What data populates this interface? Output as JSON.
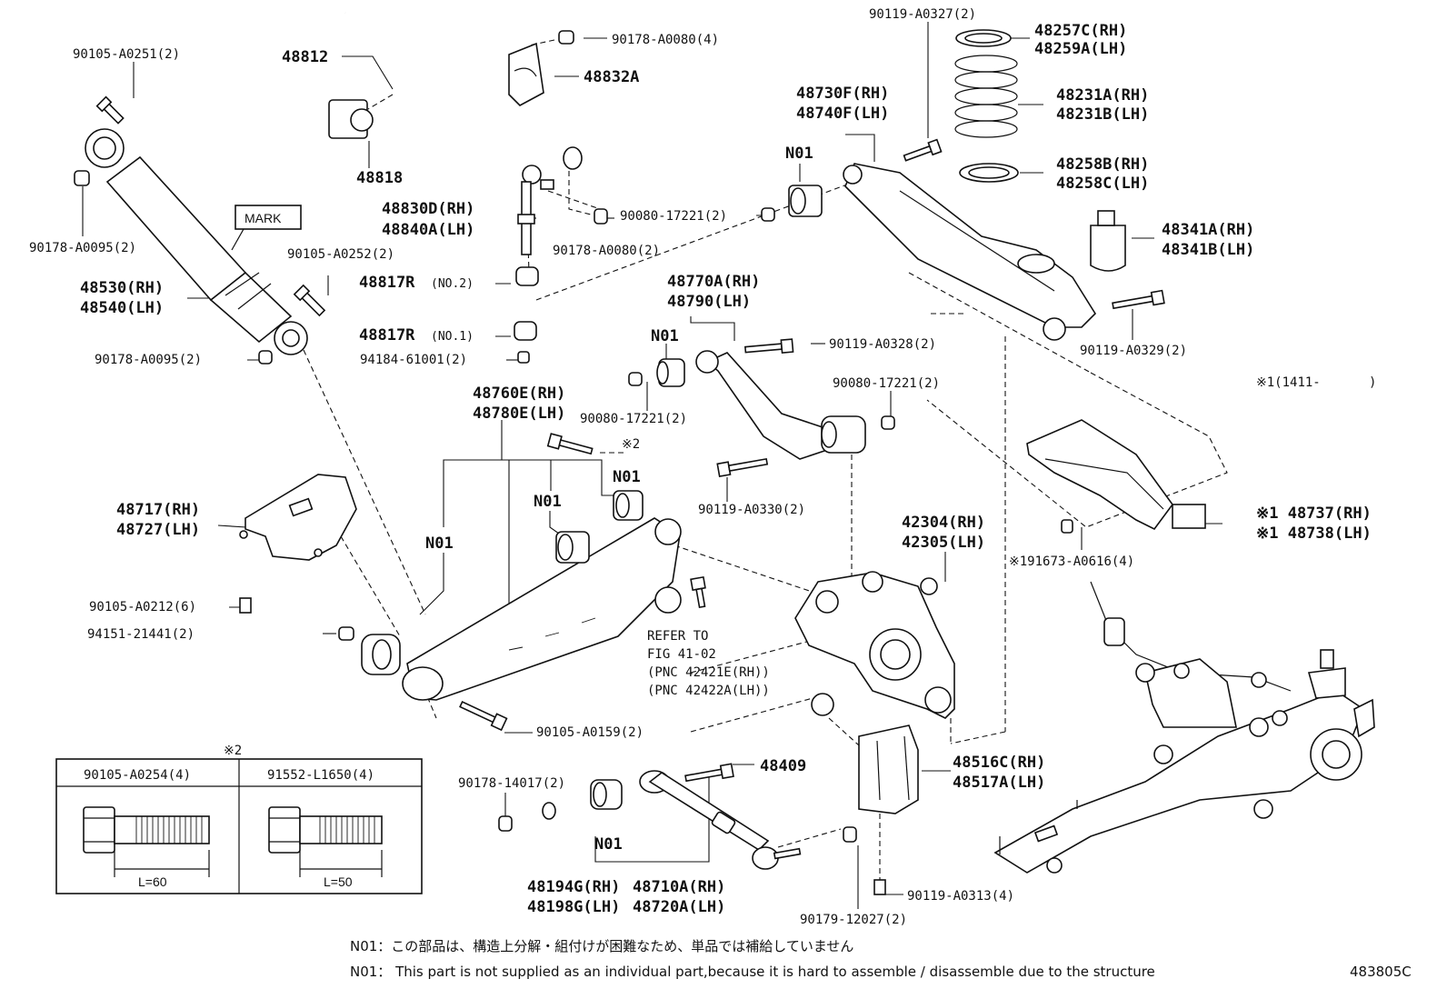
{
  "parts": {
    "p90105_A0251": "90105-A0251(2)",
    "p48812": "48812",
    "p90178_A0080_top": "90178-A0080(4)",
    "p48832A": "48832A",
    "p90119_A0327": "90119-A0327(2)",
    "p48257C": "48257C(RH)",
    "p48259A": "48259A(LH)",
    "p48231A": "48231A(RH)",
    "p48231B": "48231B(LH)",
    "p48730F": "48730F(RH)",
    "p48740F": "48740F(LH)",
    "p48258B": "48258B(RH)",
    "p48258C": "48258C(LH)",
    "p48818": "48818",
    "p48830D": "48830D(RH)",
    "p48840A": "48840A(LH)",
    "p90080_17221_a": "90080-17221(2)",
    "p48341A": "48341A(RH)",
    "p48341B": "48341B(LH)",
    "p90178_A0095_a": "90178-A0095(2)",
    "p90178_A0080_b": "90178-A0080(2)",
    "p90105_A0252": "90105-A0252(2)",
    "p48530": "48530(RH)",
    "p48540": "48540(LH)",
    "p48817R_2": "48817R",
    "p48817R_2_note": "(NO.2)",
    "p48770A": "48770A(RH)",
    "p48790": "48790(LH)",
    "p90119_A0329": "90119-A0329(2)",
    "p48817R_1": "48817R",
    "p48817R_1_note": "(NO.1)",
    "p90119_A0328": "90119-A0328(2)",
    "p90178_A0095_b": "90178-A0095(2)",
    "p94184_61001": "94184-61001(2)",
    "p48760E": "48760E(RH)",
    "p48780E": "48780E(LH)",
    "p90080_17221_b": "90080-17221(2)",
    "p90080_17221_c": "90080-17221(2)",
    "p_ref1_range": "※1(1411-",
    "p_ref1_close": ")",
    "p_ref2": "※2",
    "p90119_A0330": "90119-A0330(2)",
    "p48737": "※1 48737(RH)",
    "p48738": "※1 48738(LH)",
    "p48717": "48717(RH)",
    "p48727": "48727(LH)",
    "p42304": "42304(RH)",
    "p42305": "42305(LH)",
    "p191673_A0616": "※191673-A0616(4)",
    "p90105_A0212": "90105-A0212(6)",
    "p94151_21441": "94151-21441(2)",
    "refer_1": "REFER TO",
    "refer_2": "FIG 41-02",
    "refer_3": "(PNC 42421E(RH))",
    "refer_4": "(PNC 42422A(LH))",
    "p90105_A0159": "90105-A0159(2)",
    "p48516C": "48516C(RH)",
    "p48517A": "48517A(LH)",
    "p90178_14017": "90178-14017(2)",
    "p48409": "48409",
    "p48194G": "48194G(RH)",
    "p48198G": "48198G(LH)",
    "p48710A": "48710A(RH)",
    "p48720A": "48720A(LH)",
    "p90119_A0313": "90119-A0313(4)",
    "p90179_12027": "90179-12027(2)",
    "mark": "MARK"
  },
  "n01_labels": [
    "N01",
    "N01",
    "N01",
    "N01",
    "N01",
    "N01"
  ],
  "inset": {
    "marker": "※2",
    "col1_header": "90105-A0254(4)",
    "col2_header": "91552-L1650(4)",
    "col1_length": "L=60",
    "col2_length": "L=50"
  },
  "notes": {
    "jp": "N01：この部品は、構造上分解・組付けが困難なため、単品では補給していません",
    "en": "N01： This part is not supplied as an individual part,because it is hard to assemble / disassemble due to the structure"
  },
  "figure_id": "483805C"
}
